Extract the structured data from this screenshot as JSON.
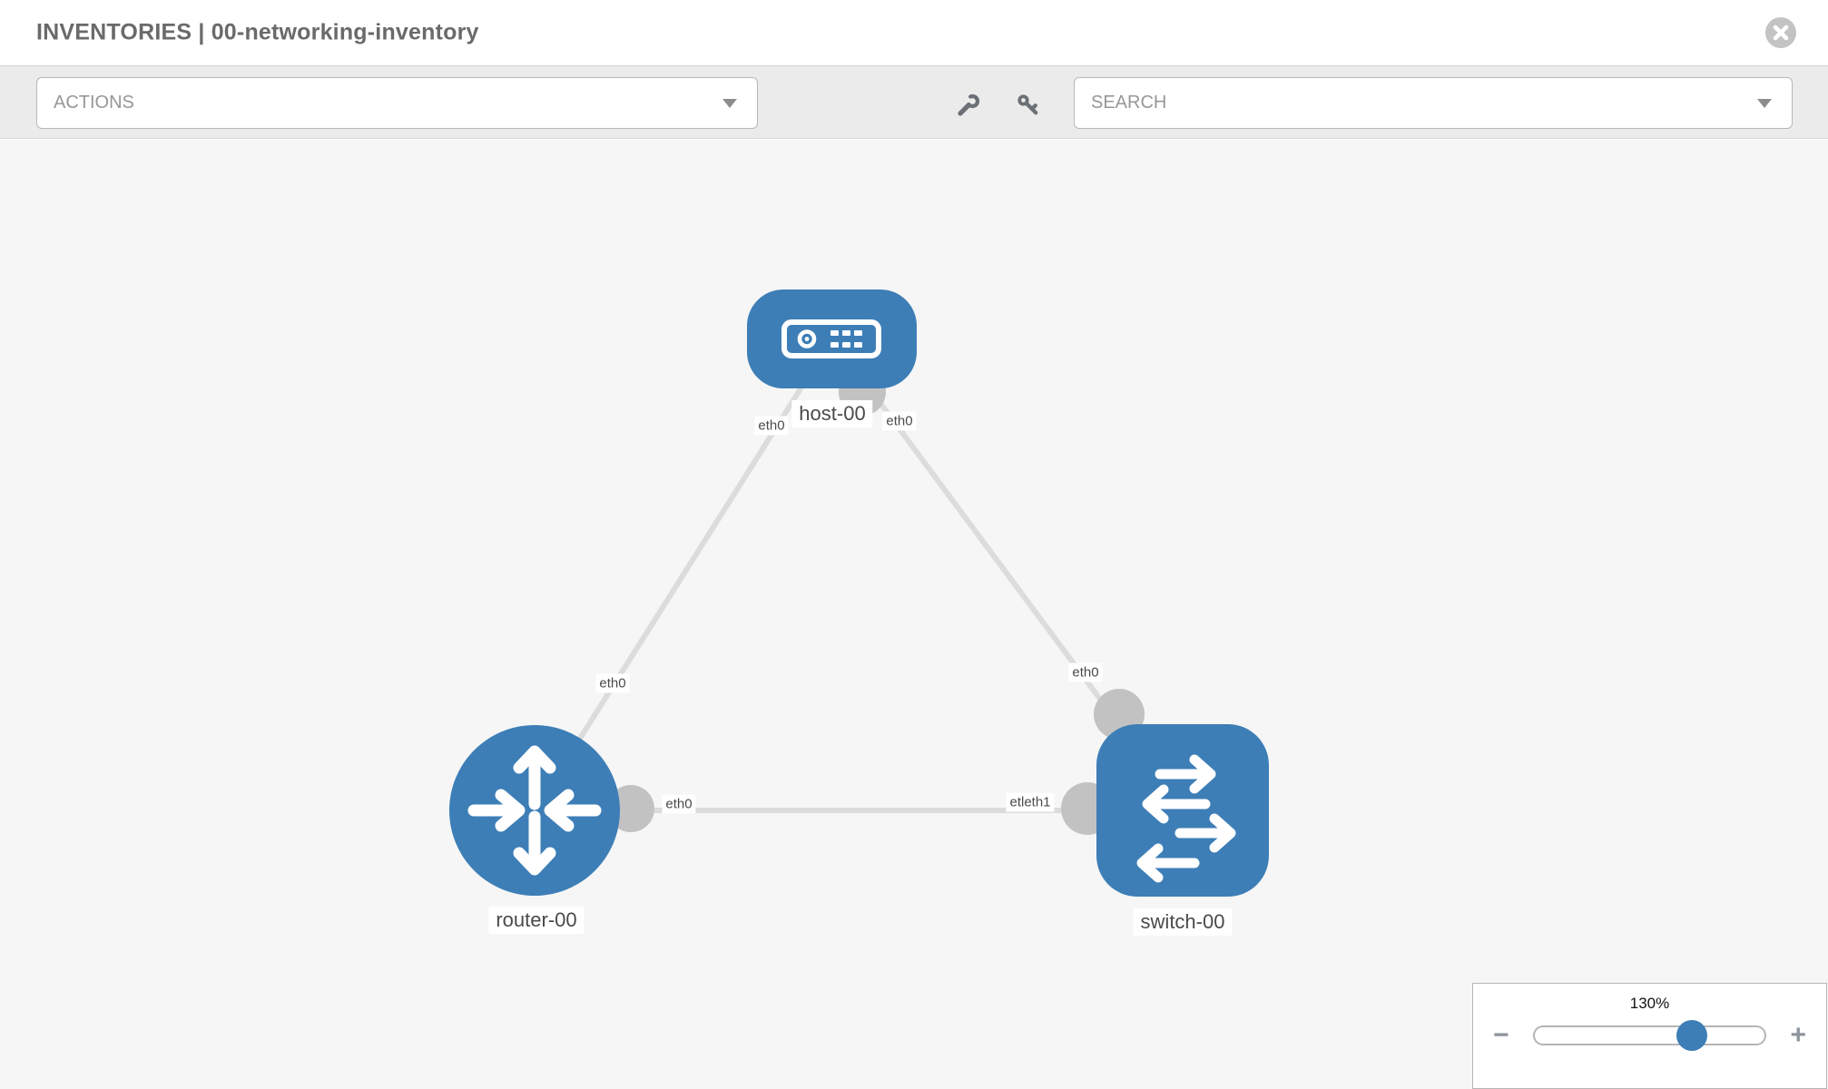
{
  "header": {
    "title": "INVENTORIES | 00-networking-inventory"
  },
  "toolbar": {
    "actions_label": "ACTIONS",
    "search_label": "SEARCH"
  },
  "topology": {
    "nodes": [
      {
        "id": "host-00",
        "type": "host",
        "label": "host-00"
      },
      {
        "id": "router-00",
        "type": "router",
        "label": "router-00"
      },
      {
        "id": "switch-00",
        "type": "switch",
        "label": "switch-00"
      }
    ],
    "links": [
      {
        "from": "host-00",
        "to": "router-00",
        "from_port": "eth0",
        "to_port": "eth0"
      },
      {
        "from": "host-00",
        "to": "switch-00",
        "from_port": "eth0",
        "to_port": "eth0"
      },
      {
        "from": "router-00",
        "to": "switch-00",
        "from_port": "eth0",
        "to_port": "etleth1"
      }
    ],
    "port_labels": [
      "eth0",
      "eth0",
      "eth0",
      "eth0",
      "eth0",
      "etleth1"
    ],
    "colors": {
      "node_fill": "#3d7eb7",
      "link_stroke": "#dcdcdc",
      "connector_fill": "#c2c2c2",
      "canvas_bg": "#f6f6f6"
    }
  },
  "zoom_control": {
    "level": "130%"
  }
}
